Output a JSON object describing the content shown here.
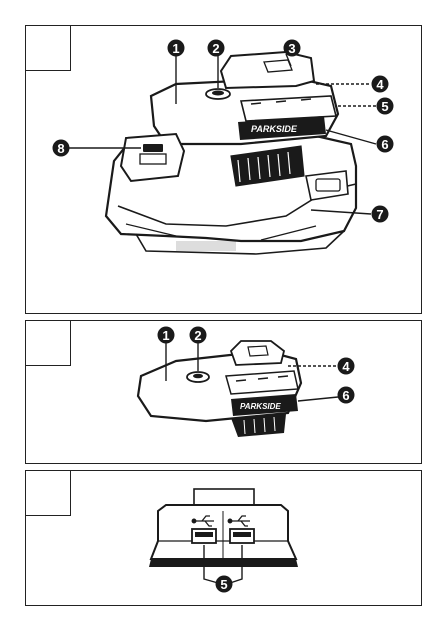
{
  "brand": "PARKSIDE",
  "panels": [
    {
      "callouts": [
        "1",
        "2",
        "3",
        "4",
        "5",
        "6",
        "7",
        "8"
      ]
    },
    {
      "callouts": [
        "1",
        "2",
        "4",
        "6"
      ]
    },
    {
      "callouts": [
        "5"
      ]
    }
  ],
  "colors": {
    "ink": "#1a1a1a",
    "paper": "#ffffff"
  }
}
